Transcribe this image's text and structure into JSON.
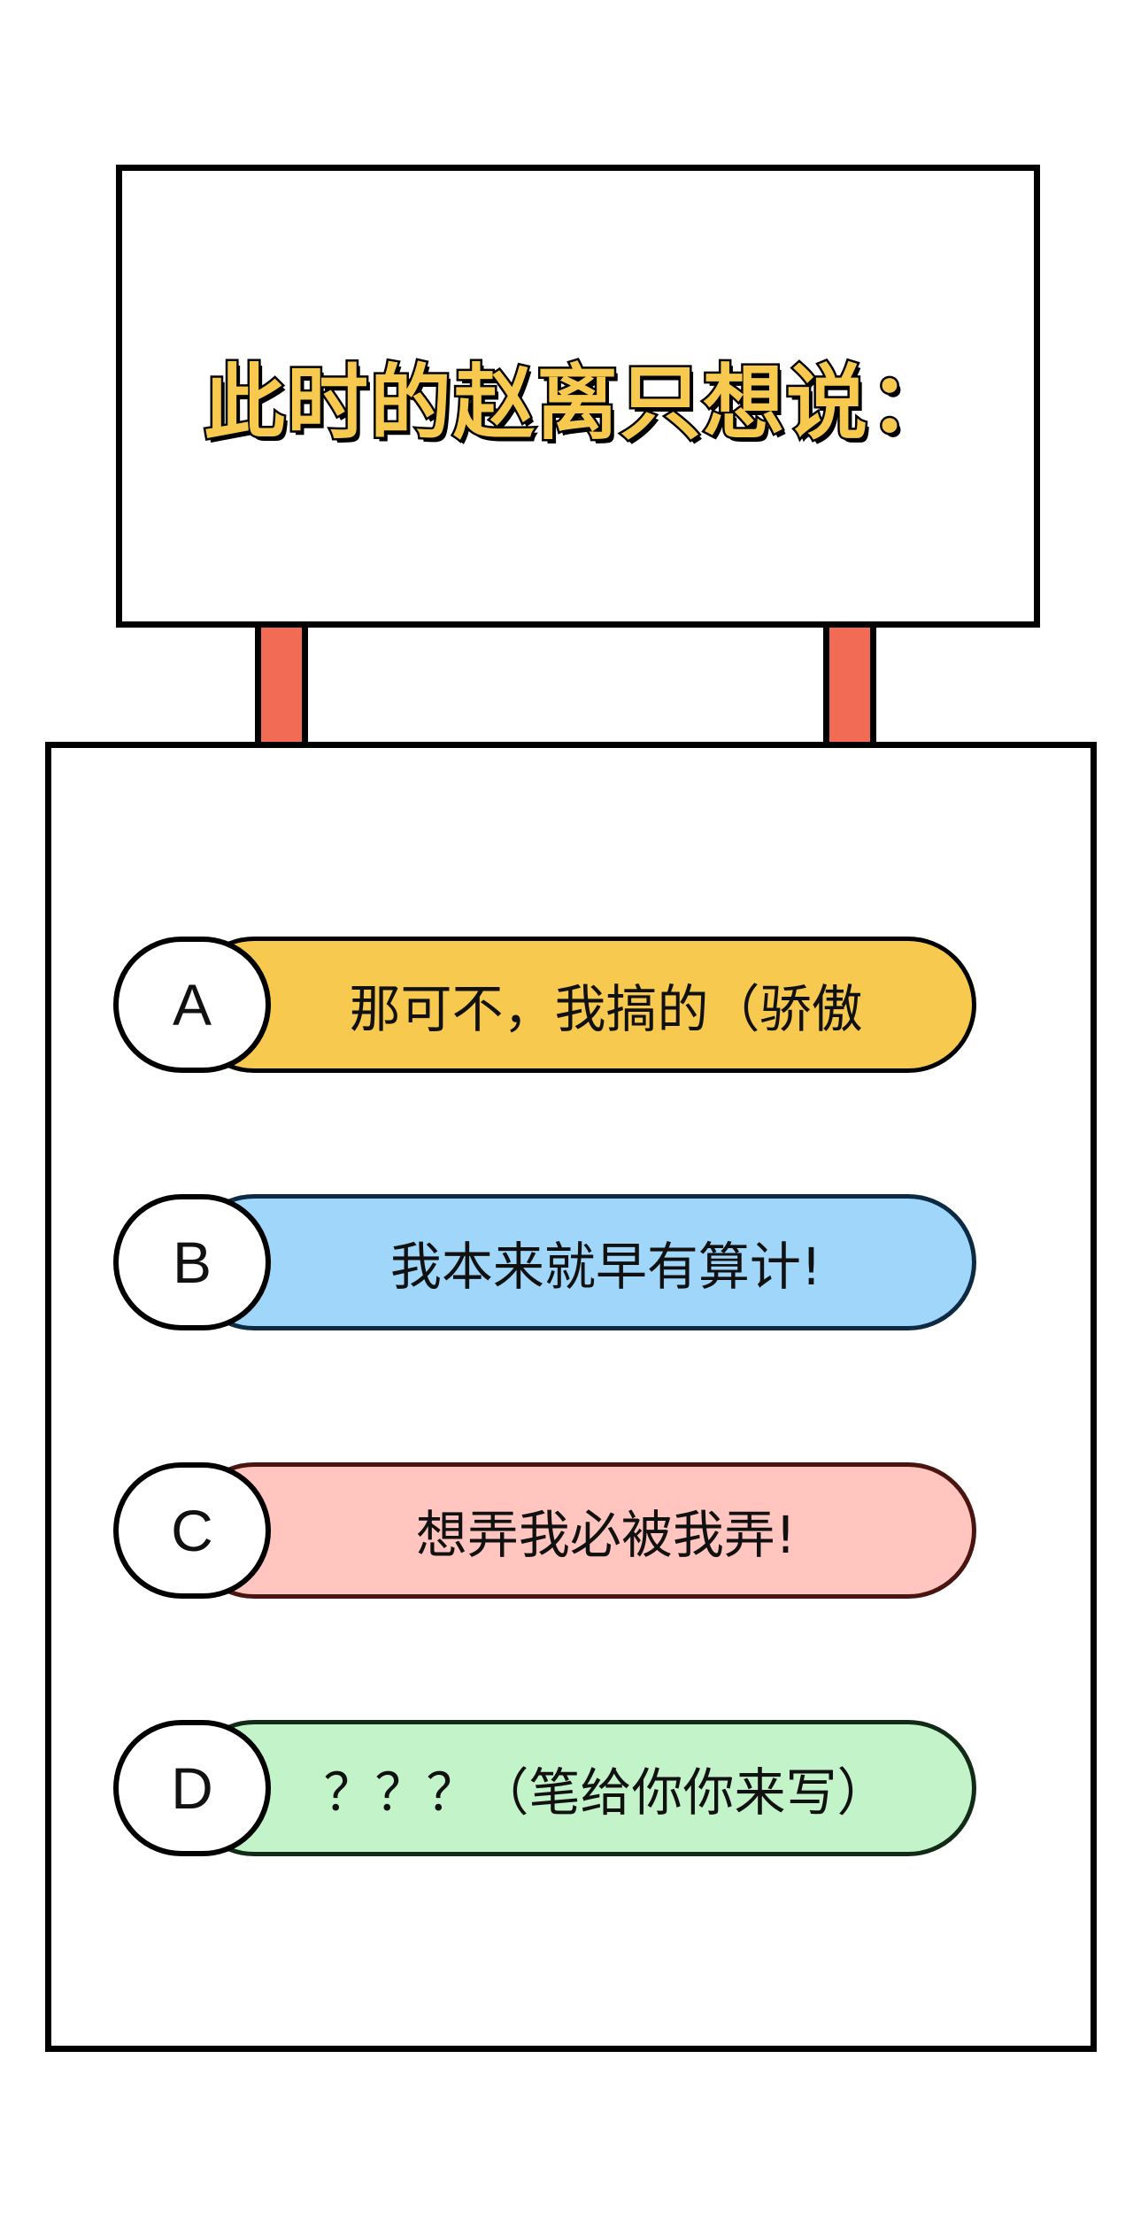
{
  "title": "此时的赵离只想说：",
  "options": [
    {
      "letter": "A",
      "text": "那可不，我搞的（骄傲",
      "color": "#f7c94e",
      "border": "#000000"
    },
    {
      "letter": "B",
      "text": "我本来就早有算计!",
      "color": "#a0d6fa",
      "border": "#0c2a43"
    },
    {
      "letter": "C",
      "text": "想弄我必被我弄!",
      "color": "#ffc5be",
      "border": "#4a1510"
    },
    {
      "letter": "D",
      "text": "？？？（笔给你你来写）",
      "color": "#c3f3c9",
      "border": "#122b17"
    }
  ]
}
